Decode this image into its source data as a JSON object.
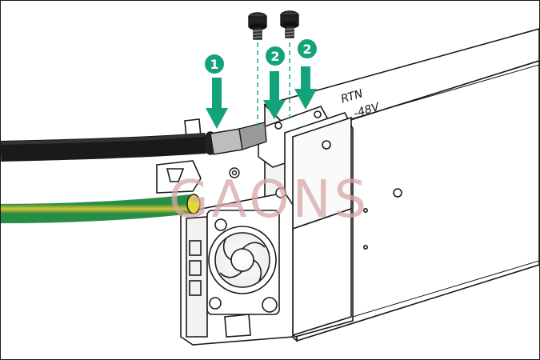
{
  "diagram": {
    "callouts": [
      {
        "id": "cable",
        "number": "1"
      },
      {
        "id": "screw-left",
        "number": "2"
      },
      {
        "id": "screw-right",
        "number": "2"
      }
    ],
    "psu_labels": {
      "terminal_return": "RTN",
      "terminal_voltage": "-48V"
    },
    "watermark": "GAONS",
    "colors": {
      "callout": "#13a37a",
      "guide_line": "#2db38a",
      "black_cable": "#111111",
      "ground_cable_green": "#2a9d4a",
      "ground_cable_yellow": "#e3d63a",
      "watermark": "#d8a6a6"
    }
  }
}
